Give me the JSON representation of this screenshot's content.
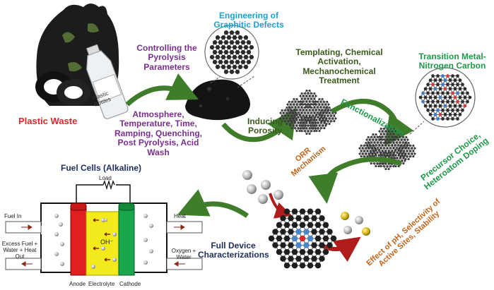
{
  "labels": {
    "plastic_waste": "Plastic Waste",
    "bottle_text": "Plastic Bottles",
    "engineering_defects": "Engineering of Graphitic Defects",
    "controlling_pyrolysis": "Controlling the Pyrolysis Parameters",
    "templating": "Templating, Chemical Activation, Mechanochemical Treatment",
    "transition_metal": "Transition Metal-Nitrogen Carbon",
    "atmosphere": "Atmosphere, Temperature, Time, Ramping, Quenching, Post Pyrolysis, Acid Wash",
    "inducing_porosity": "Inducing Porosity",
    "functionalization": "Functionalization",
    "precursor_choice": "Precursor Choice, Heteroatom Doping",
    "orr_mechanism": "ORR Mechanism",
    "fuel_cells": "Fuel Cells (Alkaline)",
    "full_device": "Full Device Characterizations",
    "effect_ph": "Effect of pH, Selectivity of Active Sites, Stability"
  },
  "fuel_cell": {
    "load": "Load",
    "fuel_in": "Fuel In",
    "excess_fuel": "Excess Fuel + Water + Heat Out",
    "anode": "Anode",
    "electrolyte": "Electrolyte",
    "cathode": "Cathode",
    "heat": "Heat",
    "oxygen_water": "Oxygen + Water",
    "oh_label": "OH⁻"
  },
  "colors": {
    "arrow_green": "#3f7d2a",
    "arrow_red": "#b01c1c",
    "anode": "#e02020",
    "electrolyte": "#f2ea1c",
    "cathode": "#1aa64a"
  }
}
